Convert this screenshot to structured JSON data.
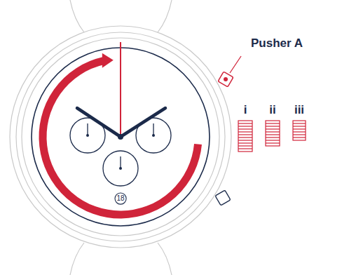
{
  "diagram": {
    "nodes": [
      {
        "text": [
          "18"
        ]
      }
    ],
    "labels": [
      "Pusher A",
      "i",
      "ii",
      "iii"
    ]
  }
}
